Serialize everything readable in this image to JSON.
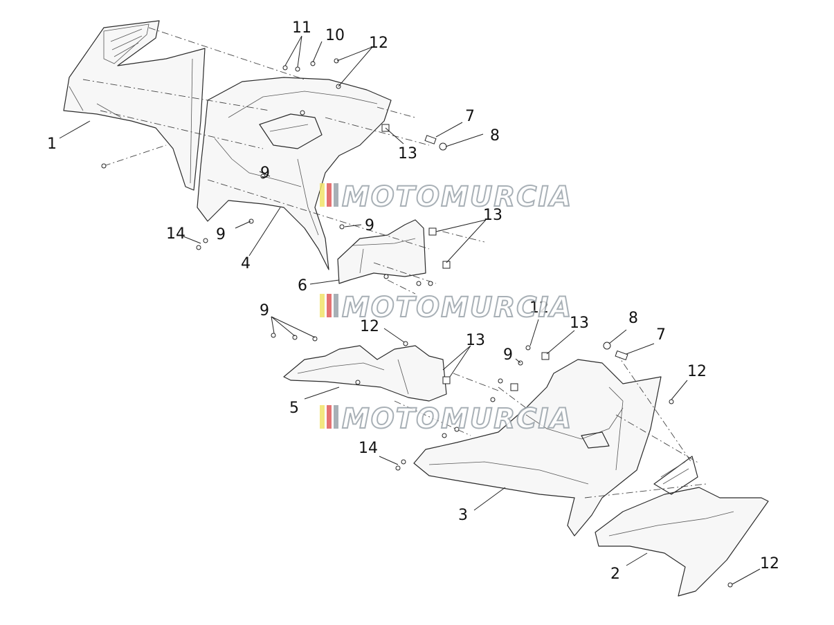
{
  "diagram": {
    "callouts": {
      "c1": "1",
      "c2": "2",
      "c3": "3",
      "c4": "4",
      "c5": "5",
      "c6": "6",
      "c7a": "7",
      "c7b": "7",
      "c8a": "8",
      "c8b": "8",
      "c9a": "9",
      "c9b": "9",
      "c9c": "9",
      "c9d": "9",
      "c9e": "9",
      "c10": "10",
      "c11": "11",
      "c12a": "12",
      "c12b": "12",
      "c12c": "12",
      "c12d": "12",
      "c12e": "12",
      "c13a": "13",
      "c13b": "13",
      "c13c": "13",
      "c13d": "13",
      "c14a": "14",
      "c14b": "14"
    },
    "watermark": {
      "text": "MOTOMURCIA",
      "stripe_colors": [
        "#f2e36b",
        "#e05a5a",
        "#9aa3aa"
      ]
    }
  }
}
